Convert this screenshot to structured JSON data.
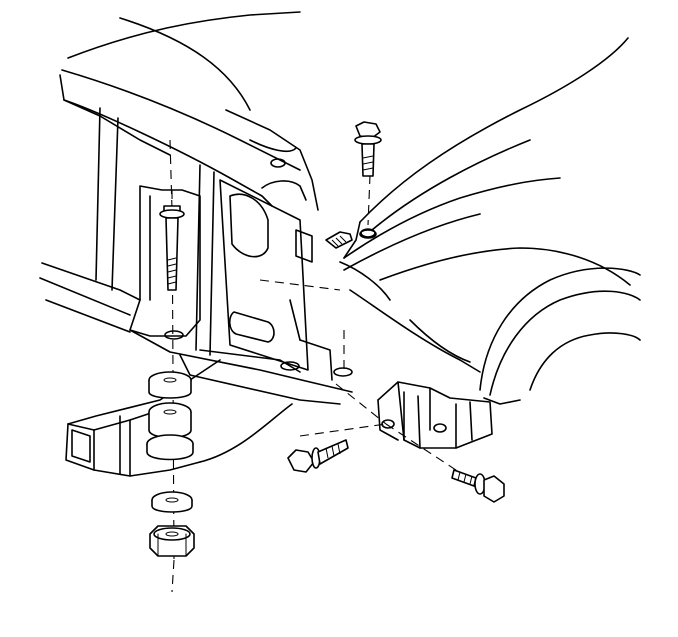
{
  "figure": {
    "kind": "exploded-assembly-line-drawing",
    "background": "#ffffff",
    "line_color": "#000000",
    "parts": [
      "frame-rail",
      "radiator-support-panel",
      "fender",
      "body-mount-bolt",
      "body-mount-cushion-upper",
      "body-mount-cushion-lower",
      "body-mount-washer",
      "body-mount-nut",
      "fender-bolt",
      "bracket-bolt-left",
      "bracket-bolt-right",
      "fender-bracket"
    ]
  }
}
